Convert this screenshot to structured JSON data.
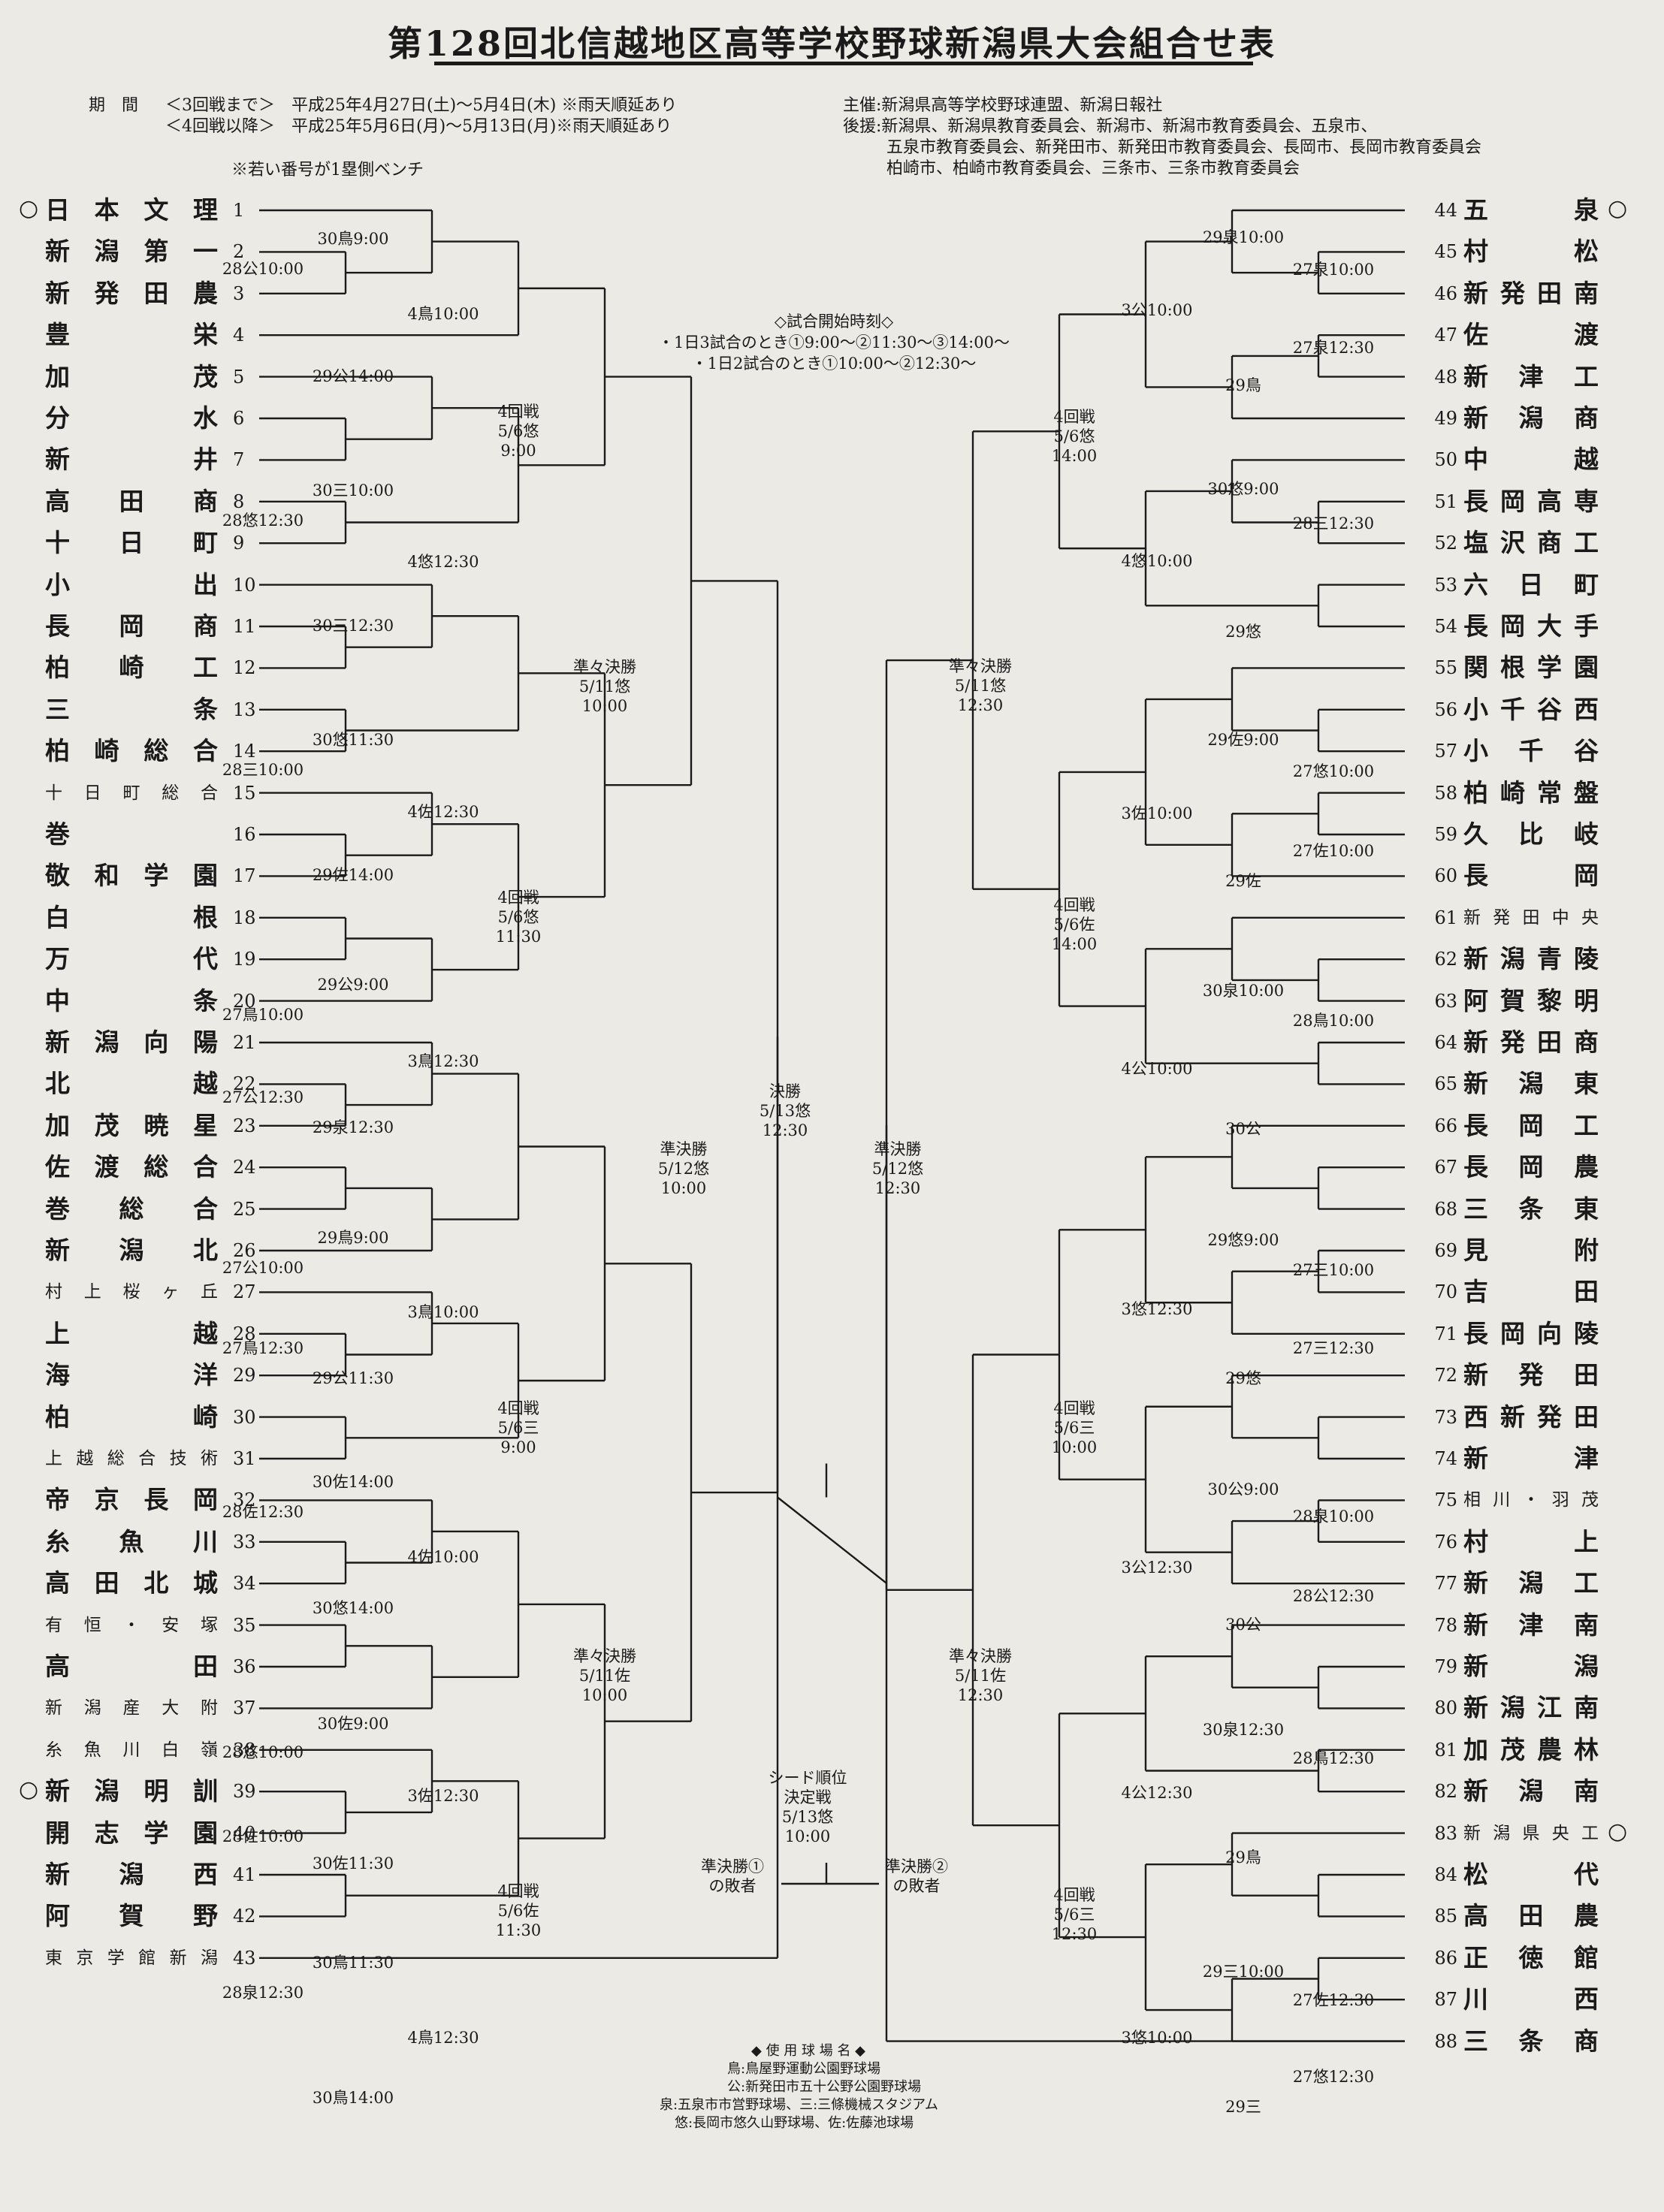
{
  "title": "第128回北信越地区高等学校野球新潟県大会組合せ表",
  "header": {
    "period_label": "期　間",
    "period1": "＜3回戦まで＞　平成25年4月27日(土)～5月4日(木) ※雨天順延あり",
    "period2": "＜4回戦以降＞　平成25年5月6日(月)～5月13日(月)※雨天順延あり",
    "bench_note": "※若い番号が1塁側ベンチ",
    "sponsor": "主催:新潟県高等学校野球連盟、新潟日報社",
    "support1": "後援:新潟県、新潟県教育委員会、新潟市、新潟市教育委員会、五泉市、",
    "support2": "五泉市教育委員会、新発田市、新発田市教育委員会、長岡市、長岡市教育委員会",
    "support3": "柏崎市、柏崎市教育委員会、三条市、三条市教育委員会"
  },
  "schedule": {
    "title": "◇試合開始時刻◇",
    "line1": "・1日3試合のとき①9:00～②11:30～③14:00～",
    "line2": "・1日2試合のとき①10:00～②12:30～"
  },
  "seed_mark": "○",
  "teams_left": [
    {
      "n": "1",
      "name": "日本文理"
    },
    {
      "n": "2",
      "name": "新潟第一"
    },
    {
      "n": "3",
      "name": "新発田農"
    },
    {
      "n": "4",
      "name": "豊栄"
    },
    {
      "n": "5",
      "name": "加茂"
    },
    {
      "n": "6",
      "name": "分水"
    },
    {
      "n": "7",
      "name": "新井"
    },
    {
      "n": "8",
      "name": "高田商"
    },
    {
      "n": "9",
      "name": "十日町"
    },
    {
      "n": "10",
      "name": "小出"
    },
    {
      "n": "11",
      "name": "長岡商"
    },
    {
      "n": "12",
      "name": "柏崎工"
    },
    {
      "n": "13",
      "name": "三条"
    },
    {
      "n": "14",
      "name": "柏崎総合"
    },
    {
      "n": "15",
      "name": "十日町総合"
    },
    {
      "n": "16",
      "name": "巻"
    },
    {
      "n": "17",
      "name": "敬和学園"
    },
    {
      "n": "18",
      "name": "白根"
    },
    {
      "n": "19",
      "name": "万代"
    },
    {
      "n": "20",
      "name": "中条"
    },
    {
      "n": "21",
      "name": "新潟向陽"
    },
    {
      "n": "22",
      "name": "北越"
    },
    {
      "n": "23",
      "name": "加茂暁星"
    },
    {
      "n": "24",
      "name": "佐渡総合"
    },
    {
      "n": "25",
      "name": "巻総合"
    },
    {
      "n": "26",
      "name": "新潟北"
    },
    {
      "n": "27",
      "name": "村上桜ヶ丘"
    },
    {
      "n": "28",
      "name": "上越"
    },
    {
      "n": "29",
      "name": "海洋"
    },
    {
      "n": "30",
      "name": "柏崎"
    },
    {
      "n": "31",
      "name": "上越総合技術"
    },
    {
      "n": "32",
      "name": "帝京長岡"
    },
    {
      "n": "33",
      "name": "糸魚川"
    },
    {
      "n": "34",
      "name": "高田北城"
    },
    {
      "n": "35",
      "name": "有恒・安塚"
    },
    {
      "n": "36",
      "name": "高田"
    },
    {
      "n": "37",
      "name": "新潟産大附"
    },
    {
      "n": "38",
      "name": "糸魚川白嶺"
    },
    {
      "n": "39",
      "name": "新潟明訓"
    },
    {
      "n": "40",
      "name": "開志学園"
    },
    {
      "n": "41",
      "name": "新潟西"
    },
    {
      "n": "42",
      "name": "阿賀野"
    },
    {
      "n": "43",
      "name": "東京学館新潟"
    }
  ],
  "teams_right": [
    {
      "n": "44",
      "name": "五泉"
    },
    {
      "n": "45",
      "name": "村松"
    },
    {
      "n": "46",
      "name": "新発田南"
    },
    {
      "n": "47",
      "name": "佐渡"
    },
    {
      "n": "48",
      "name": "新津工"
    },
    {
      "n": "49",
      "name": "新潟商"
    },
    {
      "n": "50",
      "name": "中越"
    },
    {
      "n": "51",
      "name": "長岡高専"
    },
    {
      "n": "52",
      "name": "塩沢商工"
    },
    {
      "n": "53",
      "name": "六日町"
    },
    {
      "n": "54",
      "name": "長岡大手"
    },
    {
      "n": "55",
      "name": "関根学園"
    },
    {
      "n": "56",
      "name": "小千谷西"
    },
    {
      "n": "57",
      "name": "小千谷"
    },
    {
      "n": "58",
      "name": "柏崎常盤"
    },
    {
      "n": "59",
      "name": "久比岐"
    },
    {
      "n": "60",
      "name": "長岡"
    },
    {
      "n": "61",
      "name": "新発田中央"
    },
    {
      "n": "62",
      "name": "新潟青陵"
    },
    {
      "n": "63",
      "name": "阿賀黎明"
    },
    {
      "n": "64",
      "name": "新発田商"
    },
    {
      "n": "65",
      "name": "新潟東"
    },
    {
      "n": "66",
      "name": "長岡工"
    },
    {
      "n": "67",
      "name": "長岡農"
    },
    {
      "n": "68",
      "name": "三条東"
    },
    {
      "n": "69",
      "name": "見附"
    },
    {
      "n": "70",
      "name": "吉田"
    },
    {
      "n": "71",
      "name": "長岡向陵"
    },
    {
      "n": "72",
      "name": "新発田"
    },
    {
      "n": "73",
      "name": "西新発田"
    },
    {
      "n": "74",
      "name": "新津"
    },
    {
      "n": "75",
      "name": "相川・羽茂"
    },
    {
      "n": "76",
      "name": "村上"
    },
    {
      "n": "77",
      "name": "新潟工"
    },
    {
      "n": "78",
      "name": "新津南"
    },
    {
      "n": "79",
      "name": "新潟"
    },
    {
      "n": "80",
      "name": "新潟江南"
    },
    {
      "n": "81",
      "name": "加茂農林"
    },
    {
      "n": "82",
      "name": "新潟南"
    },
    {
      "n": "83",
      "name": "新潟県央工"
    },
    {
      "n": "84",
      "name": "松代"
    },
    {
      "n": "85",
      "name": "高田農"
    },
    {
      "n": "86",
      "name": "正徳館"
    },
    {
      "n": "87",
      "name": "川西"
    },
    {
      "n": "88",
      "name": "三条商"
    }
  ],
  "match_labels": [
    "30鳥9:00",
    "28公10:00",
    "29公14:00",
    "4鳥10:00",
    "4回戦\n5/6悠\n9:00",
    "30三10:00",
    "28悠12:30",
    "30三12:30",
    "4悠12:30",
    "30悠11:30",
    "28三10:00",
    "29佐14:00",
    "4佐12:30",
    "4回戦\n5/6悠\n11:30",
    "準々決勝\n5/11悠\n10:00",
    "29公9:00",
    "27鳥10:00",
    "27公12:30",
    "29泉12:30",
    "3鳥12:30",
    "29鳥9:00",
    "27公10:00",
    "27鳥12:30",
    "29公11:30",
    "3鳥10:00",
    "4回戦\n5/6三\n9:00",
    "30佐14:00",
    "28佐12:30",
    "30悠14:00",
    "4佐10:00",
    "準々決勝\n5/11佐\n10:00",
    "30佐9:00",
    "28悠10:00",
    "28佐10:00",
    "30佐11:30",
    "3佐12:30",
    "4回戦\n5/6佐\n11:30",
    "30鳥11:30",
    "28泉12:30",
    "30鳥14:00",
    "4鳥12:30",
    "準決勝\n5/12悠\n10:00",
    "29泉10:00",
    "27泉10:00",
    "27泉12:30",
    "29鳥",
    "3公10:00",
    "4回戦\n5/6悠\n14:00",
    "30悠9:00",
    "28三12:30",
    "29悠",
    "4悠10:00",
    "準々決勝\n5/11悠\n12:30",
    "29佐9:00",
    "27悠10:00",
    "27佐10:00",
    "29佐",
    "3佐10:00",
    "4回戦\n5/6佐\n14:00",
    "30泉10:00",
    "28鳥10:00",
    "30公",
    "4公10:00",
    "準決勝\n5/12悠\n12:30",
    "決勝\n5/13悠\n12:30",
    "29悠9:00",
    "27三10:00",
    "27三12:30",
    "29悠",
    "3悠12:30",
    "4回戦\n5/6三\n10:00",
    "30公9:00",
    "28泉10:00",
    "28公12:30",
    "30公",
    "3公12:30",
    "準々決勝\n5/11佐\n12:30",
    "30泉12:30",
    "28鳥12:30",
    "29鳥",
    "4公12:30",
    "4回戦\n5/6三\n12:30",
    "29三10:00",
    "27佐12:30",
    "27悠12:30",
    "29三",
    "3悠10:00",
    "シード順位\n決定戦\n5/13悠\n10:00",
    "準決勝①\nの敗者",
    "準決勝②\nの敗者"
  ],
  "footnote": {
    "title": "◆ 使 用 球 場 名 ◆",
    "l1": "鳥:鳥屋野運動公園野球場",
    "l2": "公:新発田市五十公野公園野球場",
    "l3": "泉:五泉市市営野球場、三:三條機械スタジアム",
    "l4": "悠:長岡市悠久山野球場、佐:佐藤池球場"
  }
}
